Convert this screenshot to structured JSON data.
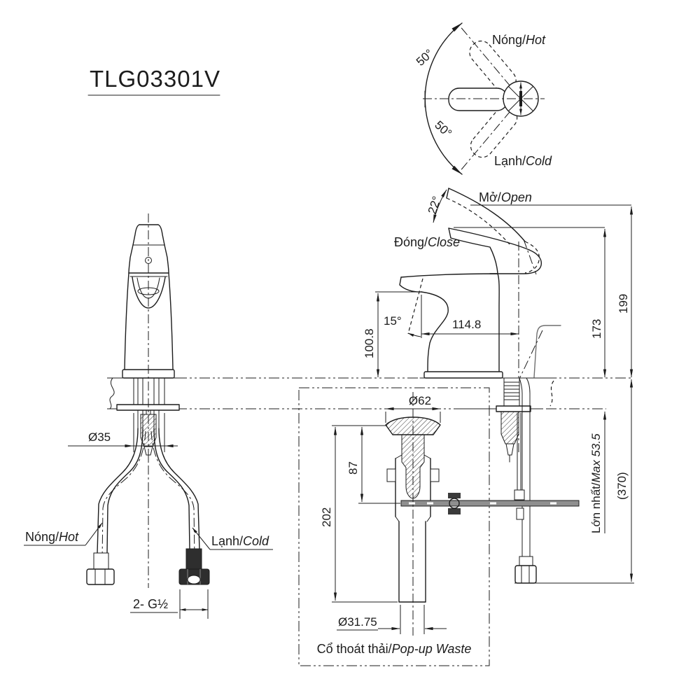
{
  "title": {
    "model": "TLG03301V"
  },
  "top_view": {
    "angle_upper": "50°",
    "angle_lower": "50°",
    "hot_vi": "Nóng/",
    "hot_en": "Hot",
    "cold_vi": "Lạnh/",
    "cold_en": "Cold"
  },
  "side_view": {
    "open_vi": "Mở/",
    "open_en": "Open",
    "close_vi": "Đóng/",
    "close_en": "Close",
    "angle_open": "22°",
    "angle_spout": "15°",
    "height_total": "199",
    "height_to_handle": "173",
    "spout_reach": "114.8",
    "spout_height": "100.8",
    "max_counter_vi": "Lớn nhất/",
    "max_counter_en": "Max 53.5",
    "hose_length": "(370)"
  },
  "front_view": {
    "hot_vi": "Nóng/",
    "hot_en": "Hot",
    "cold_vi": "Lạnh/",
    "cold_en": "Cold",
    "hole_dia": "Ø35",
    "thread_spec": "2- G½"
  },
  "popup_waste": {
    "flange_dia": "Ø62",
    "insert_depth": "87",
    "total_length": "202",
    "pipe_dia": "Ø31.75",
    "caption_vi": "Cổ thoát thải/",
    "caption_en": "Pop-up Waste"
  }
}
